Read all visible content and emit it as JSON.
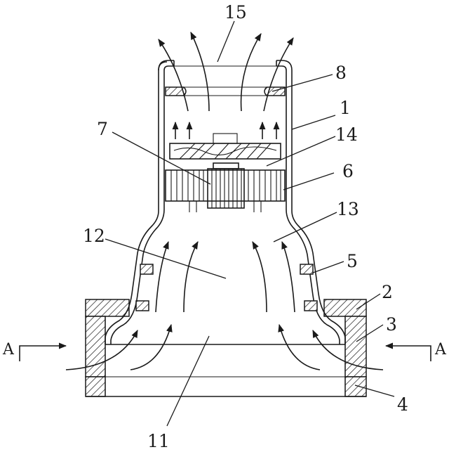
{
  "diagram": {
    "labels": {
      "l1": "1",
      "l2": "2",
      "l3": "3",
      "l4": "4",
      "l5": "5",
      "l6": "6",
      "l7": "7",
      "l8": "8",
      "l11": "11",
      "l12": "12",
      "l13": "13",
      "l14": "14",
      "l15": "15"
    },
    "section_left": "A",
    "section_right": "A"
  }
}
